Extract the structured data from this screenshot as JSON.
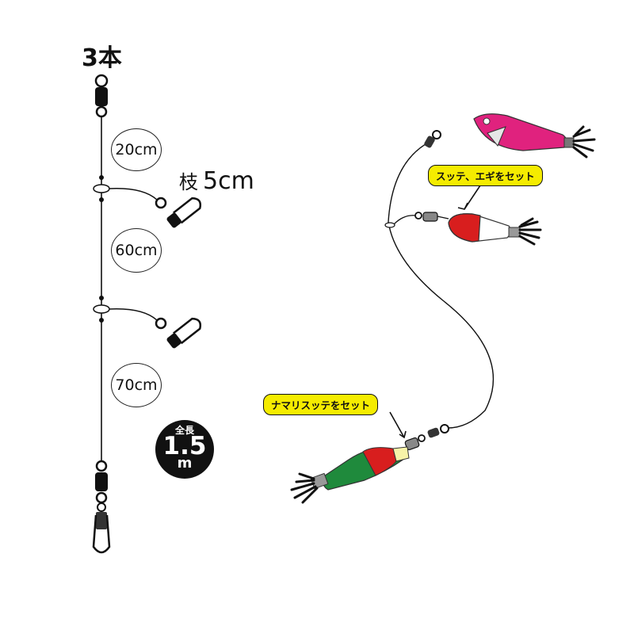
{
  "title": "3本",
  "segments": [
    {
      "label": "20cm"
    },
    {
      "label": "60cm"
    },
    {
      "label": "70cm"
    }
  ],
  "branch": {
    "prefix": "枝",
    "value": "5cm"
  },
  "total": {
    "label": "全長",
    "value": "1.5",
    "unit": "m"
  },
  "callouts": {
    "top": "スッテ、エギをセット",
    "bottom": "ナマリスッテをセット"
  },
  "colors": {
    "egi_pink": "#e0227e",
    "sutte_red": "#d81e1e",
    "namari_green": "#1f8a3c",
    "callout_yellow": "#f5ec00"
  }
}
